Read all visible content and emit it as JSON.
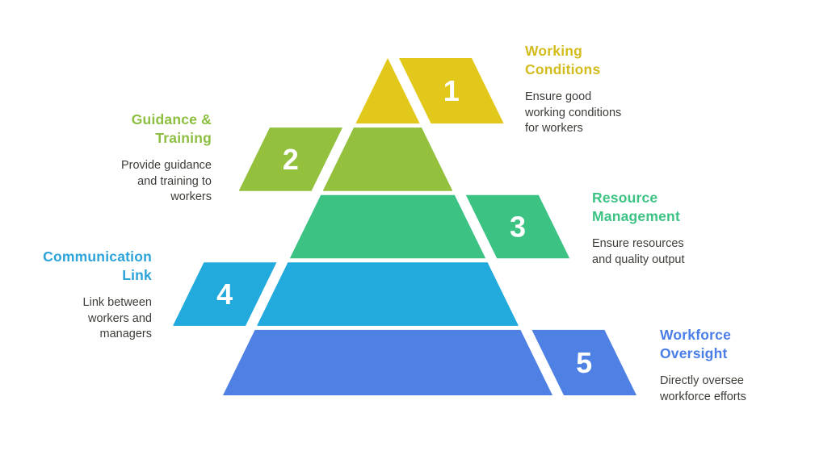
{
  "background_color": "#ffffff",
  "body_text_color": "#3d3d38",
  "number_text_color": "#ffffff",
  "levels": [
    {
      "number": "1",
      "side": "right",
      "color": "#E3C81C",
      "heading_color": "#D2BC1E",
      "heading": "Working\nConditions",
      "description": "Ensure good\nworking conditions\nfor workers"
    },
    {
      "number": "2",
      "side": "left",
      "color": "#93C13E",
      "heading_color": "#8CBE40",
      "heading": "Guidance &\nTraining",
      "description": "Provide guidance\nand training to\nworkers"
    },
    {
      "number": "3",
      "side": "right",
      "color": "#3CC384",
      "heading_color": "#3CC384",
      "heading": "Resource\nManagement",
      "description": "Ensure resources\nand quality output"
    },
    {
      "number": "4",
      "side": "left",
      "color": "#21AADB",
      "heading_color": "#2CA3D9",
      "heading": "Communication\nLink",
      "description": "Link between\nworkers and\nmanagers"
    },
    {
      "number": "5",
      "side": "right",
      "color": "#4F81E4",
      "heading_color": "#4A7EE6",
      "heading": "Workforce\nOversight",
      "description": "Directly oversee\nworkforce efforts"
    }
  ]
}
